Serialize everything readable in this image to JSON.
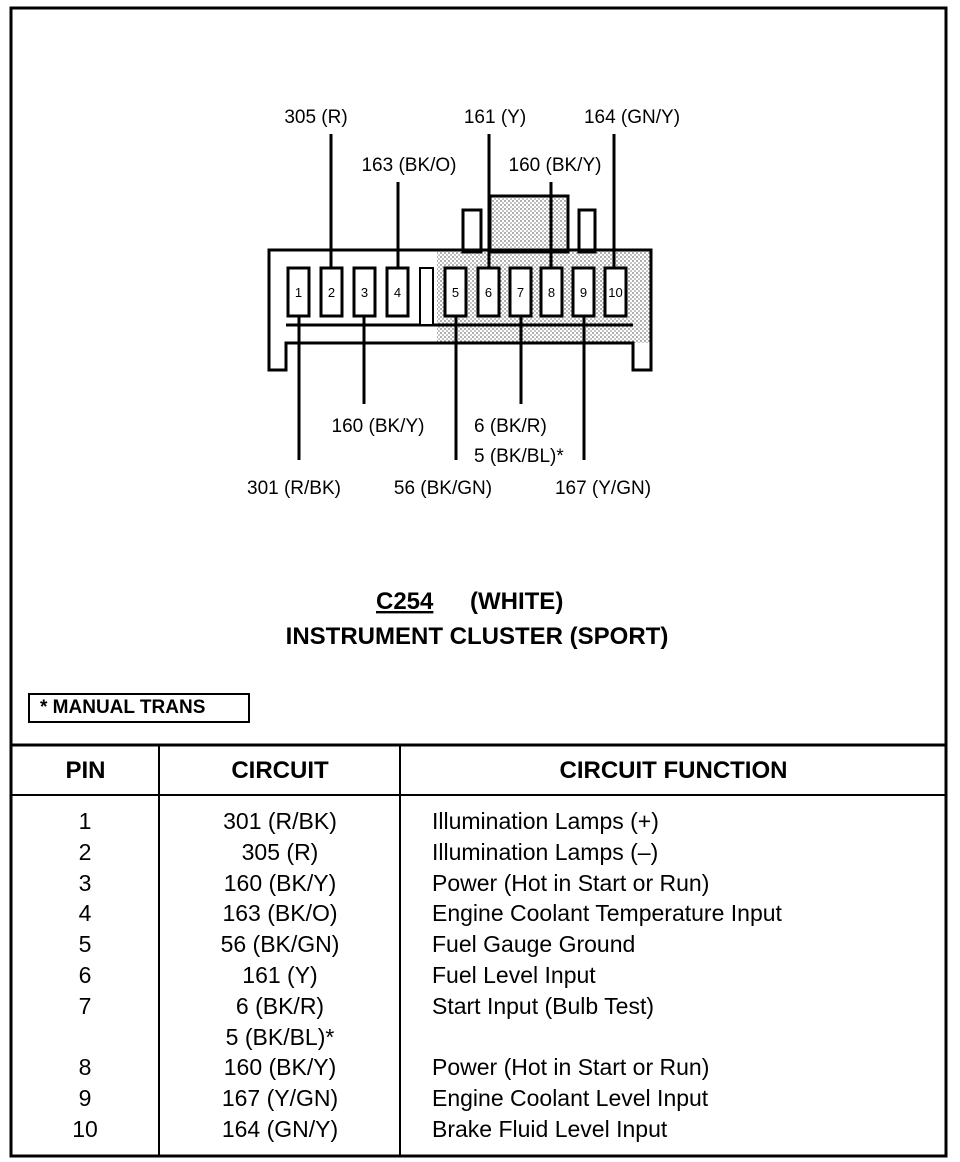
{
  "connector": {
    "code": "C254",
    "color_label": "(WHITE)",
    "name": "INSTRUMENT CLUSTER (SPORT)",
    "pins": [
      "1",
      "2",
      "3",
      "4",
      "5",
      "6",
      "7",
      "8",
      "9",
      "10"
    ],
    "top_labels": [
      "305 (R)",
      "163 (BK/O)",
      "161 (Y)",
      "160 (BK/Y)",
      "164 (GN/Y)"
    ],
    "bottom_labels": [
      "160 (BK/Y)",
      "6 (BK/R)",
      "5 (BK/BL)*",
      "301 (R/BK)",
      "56 (BK/GN)",
      "167 (Y/GN)"
    ]
  },
  "note": "* MANUAL TRANS",
  "table": {
    "headers": {
      "pin": "PIN",
      "circuit": "CIRCUIT",
      "function": "CIRCUIT FUNCTION"
    },
    "rows": [
      {
        "pin": "1",
        "circuit": "301 (R/BK)",
        "function": "Illumination Lamps (+)"
      },
      {
        "pin": "2",
        "circuit": "305 (R)",
        "function": "Illumination Lamps (–)"
      },
      {
        "pin": "3",
        "circuit": "160 (BK/Y)",
        "function": "Power (Hot in Start or Run)"
      },
      {
        "pin": "4",
        "circuit": "163 (BK/O)",
        "function": "Engine Coolant Temperature Input"
      },
      {
        "pin": "5",
        "circuit": "56 (BK/GN)",
        "function": "Fuel Gauge Ground"
      },
      {
        "pin": "6",
        "circuit": "161 (Y)",
        "function": "Fuel Level Input"
      },
      {
        "pin": "7",
        "circuit": "6 (BK/R)",
        "function": "Start Input (Bulb Test)"
      },
      {
        "pin": "",
        "circuit": "5 (BK/BL)*",
        "function": ""
      },
      {
        "pin": "8",
        "circuit": "160 (BK/Y)",
        "function": "Power (Hot in Start or Run)"
      },
      {
        "pin": "9",
        "circuit": "167 (Y/GN)",
        "function": "Engine Coolant Level Input"
      },
      {
        "pin": "10",
        "circuit": "164 (GN/Y)",
        "function": "Brake Fluid Level Input"
      }
    ]
  }
}
